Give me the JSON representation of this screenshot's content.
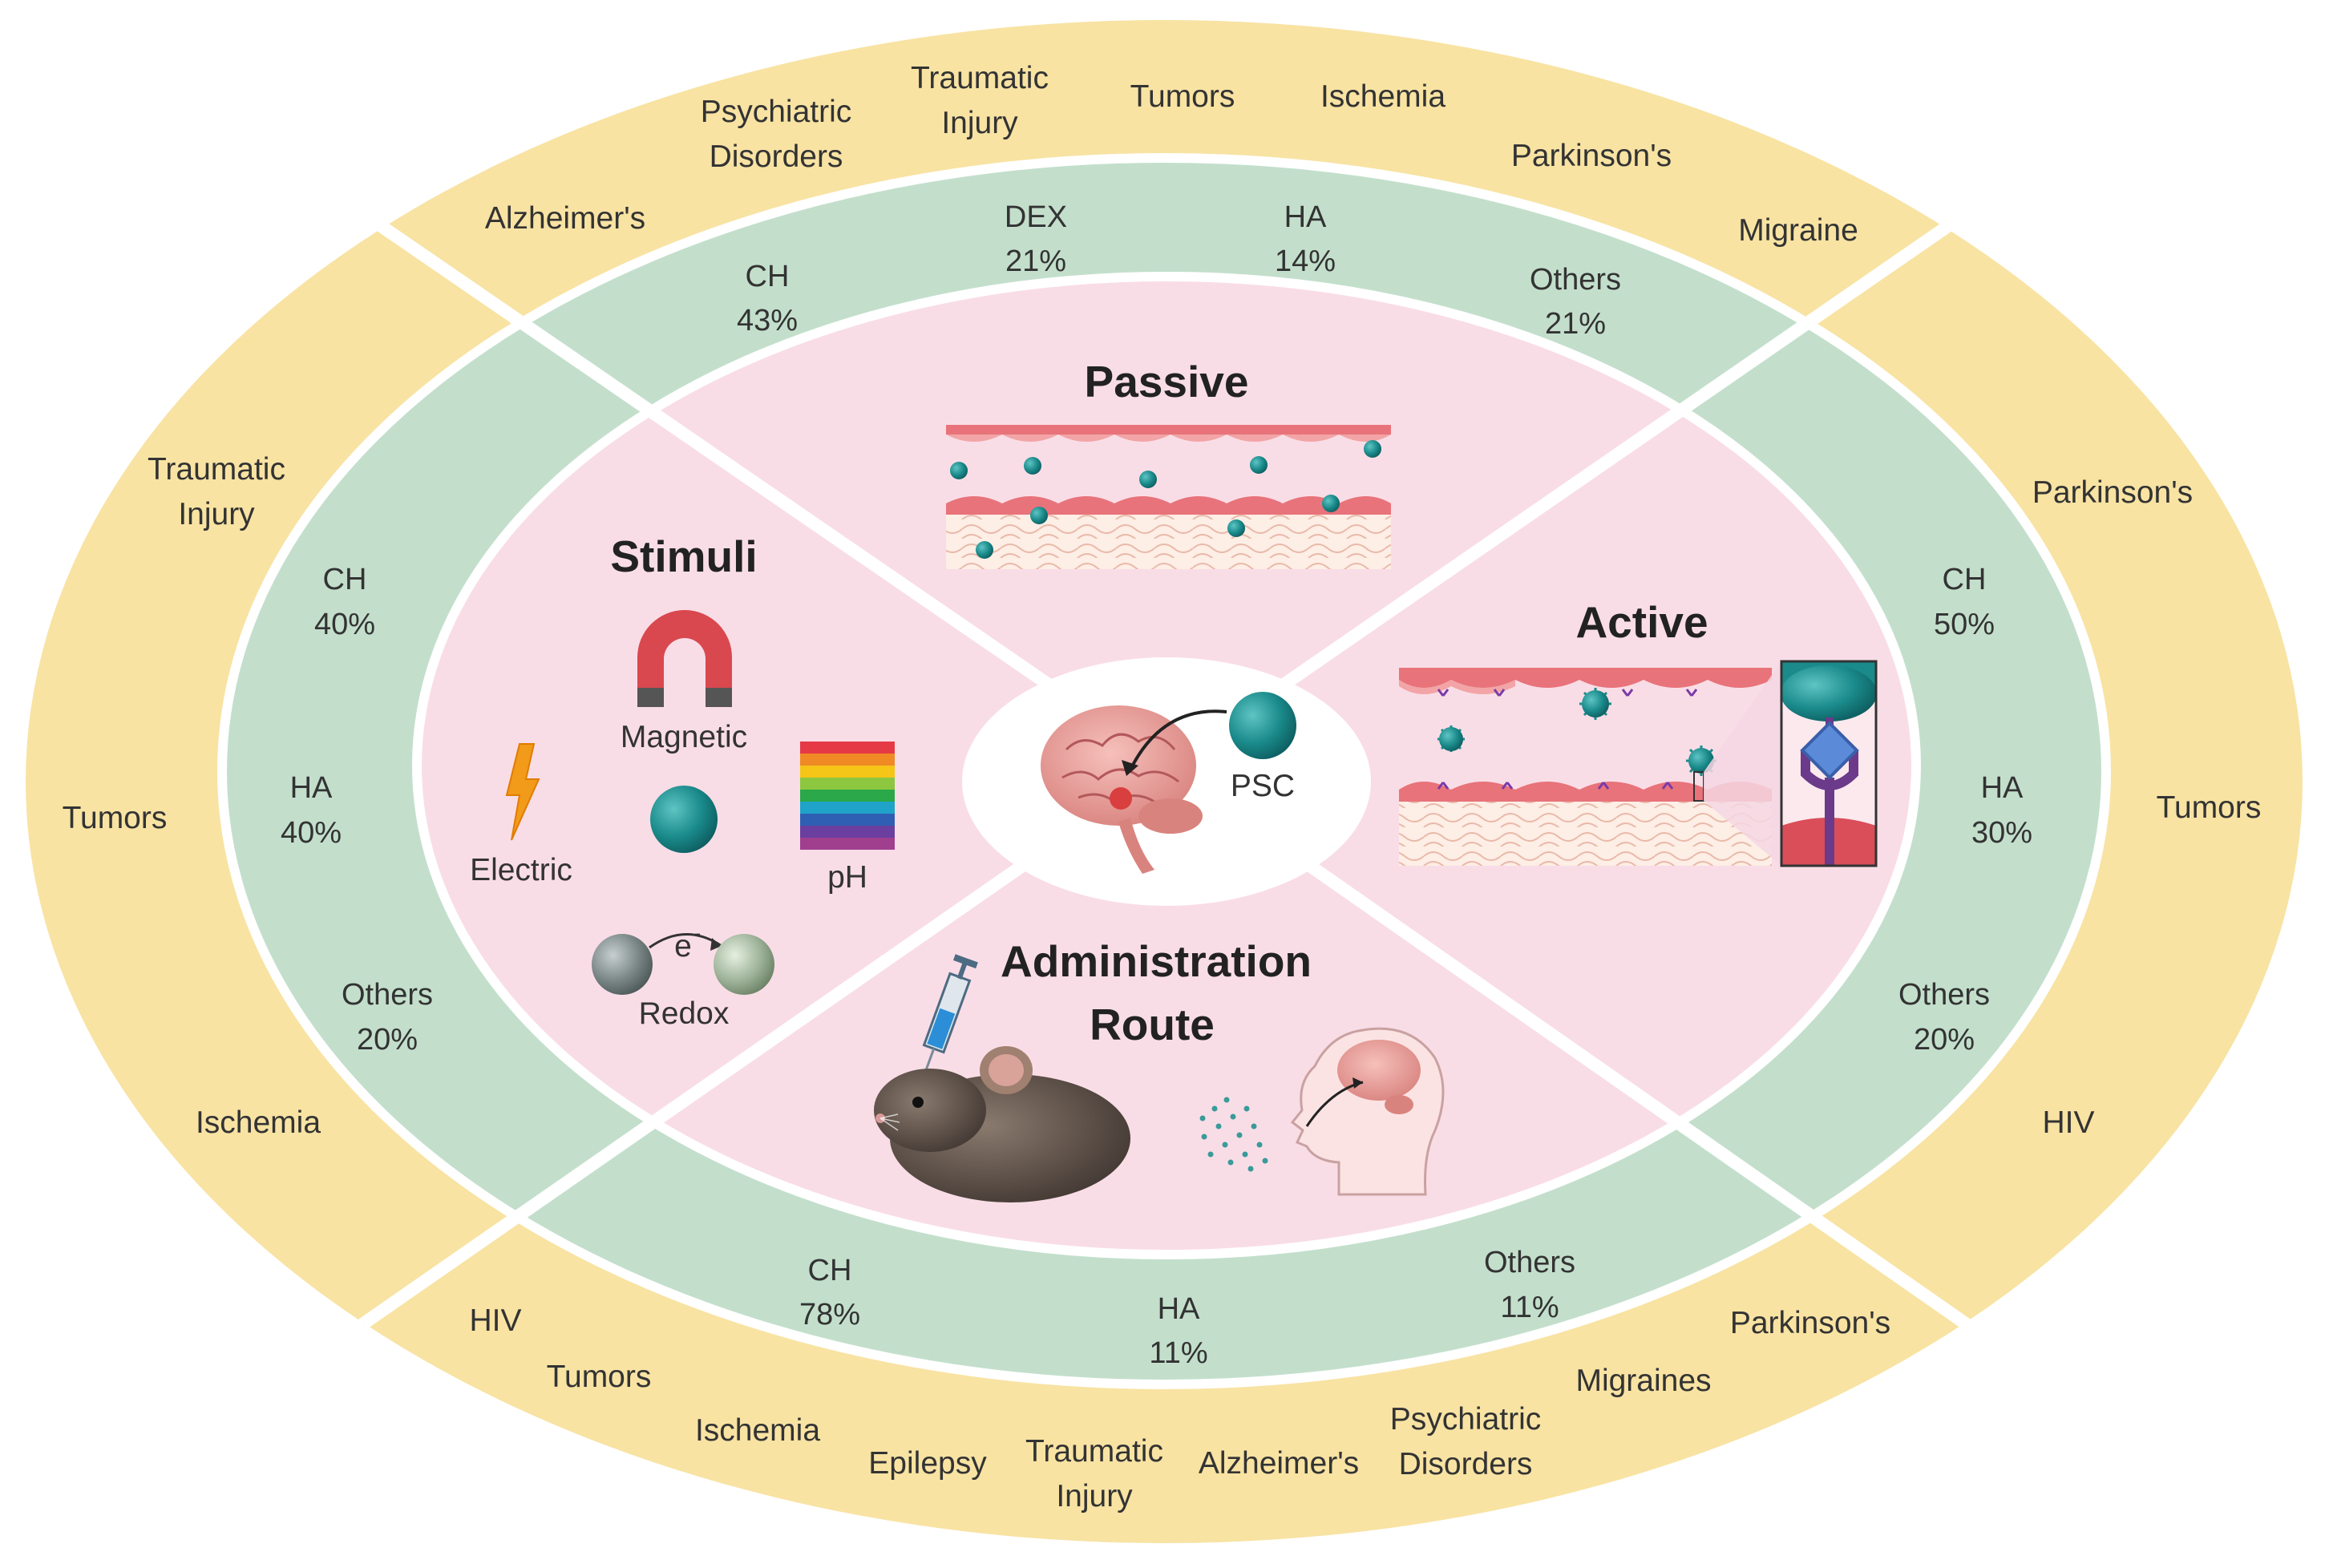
{
  "outer_ring": {
    "top": [
      "Alzheimer's",
      "Psychiatric Disorders",
      "Traumatic Injury",
      "Tumors",
      "Ischemia",
      "Parkinson's",
      "Migraine"
    ],
    "left": [
      "Traumatic Injury",
      "Tumors",
      "Ischemia"
    ],
    "right": [
      "Parkinson's",
      "Tumors",
      "HIV"
    ],
    "bottom": [
      "HIV",
      "Tumors",
      "Ischemia",
      "Epilepsy",
      "Traumatic Injury",
      "Alzheimer's",
      "Psychiatric Disorders",
      "Migraines",
      "Parkinson's"
    ]
  },
  "middle_ring": {
    "top": [
      {
        "name": "CH",
        "value": "43%"
      },
      {
        "name": "DEX",
        "value": "21%"
      },
      {
        "name": "HA",
        "value": "14%"
      },
      {
        "name": "Others",
        "value": "21%"
      }
    ],
    "left": [
      {
        "name": "CH",
        "value": "40%"
      },
      {
        "name": "HA",
        "value": "40%"
      },
      {
        "name": "Others",
        "value": "20%"
      }
    ],
    "right": [
      {
        "name": "CH",
        "value": "50%"
      },
      {
        "name": "HA",
        "value": "30%"
      },
      {
        "name": "Others",
        "value": "20%"
      }
    ],
    "bottom": [
      {
        "name": "CH",
        "value": "78%"
      },
      {
        "name": "HA",
        "value": "11%"
      },
      {
        "name": "Others",
        "value": "11%"
      }
    ]
  },
  "inner": {
    "top_title": "Passive",
    "right_title": "Active",
    "left_title": "Stimuli",
    "bottom_title_1": "Administration",
    "bottom_title_2": "Route",
    "center_label": "PSC",
    "stimuli": {
      "magnetic": "Magnetic",
      "electric": "Electric",
      "ph": "pH",
      "electron": "e",
      "electron_sup": "-",
      "redox": "Redox"
    }
  },
  "colors": {
    "outer": "#f8e3a3",
    "middle": "#c3dfcc",
    "inner": "#f9dde6",
    "particle": "#1a8a8a",
    "vessel": "#e8737a"
  }
}
